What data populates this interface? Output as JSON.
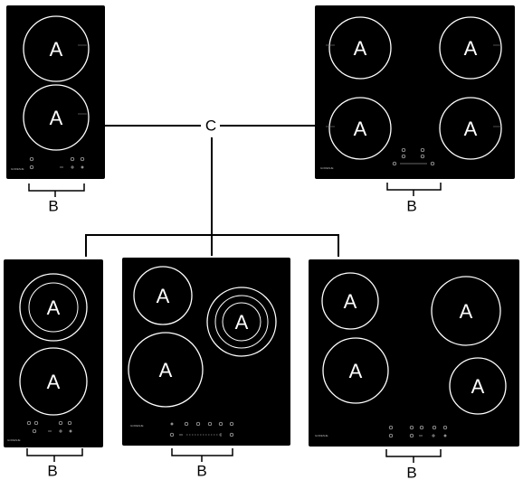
{
  "labels": {
    "cooking_zone": "A",
    "control_panel": "B",
    "connector": "C"
  },
  "cooktops": [
    {
      "id": "cooktop-2-zone-top",
      "brand_text": "GORENJE"
    },
    {
      "id": "cooktop-4-zone-top",
      "brand_text": "GORENJE"
    },
    {
      "id": "cooktop-2-zone-bottom",
      "brand_text": "GORENJE"
    },
    {
      "id": "cooktop-3-zone-bottom",
      "brand_text": "GORENJE"
    },
    {
      "id": "cooktop-4-zone-bottom",
      "brand_text": "GORENJE"
    }
  ],
  "colors": {
    "cooktop": "#000000",
    "zone_outline": "#ffffff",
    "background": "#ffffff",
    "lines": "#000000"
  }
}
